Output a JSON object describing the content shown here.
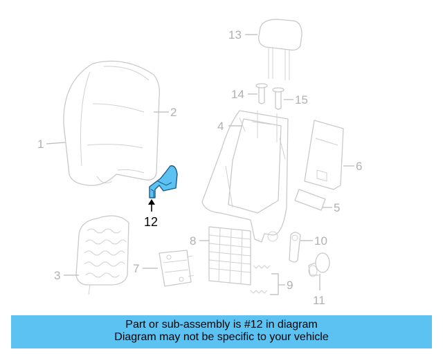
{
  "callouts": {
    "c1": "1",
    "c2": "2",
    "c3": "3",
    "c4": "4",
    "c5": "5",
    "c6": "6",
    "c7": "7",
    "c8": "8",
    "c9": "9",
    "c10": "10",
    "c11": "11",
    "c12": "12",
    "c13": "13",
    "c14": "14",
    "c15": "15"
  },
  "highlight": {
    "part": "12",
    "color": "#5bc2f2"
  },
  "banner": {
    "line1": "Part or sub-assembly is #12 in diagram",
    "line2": "Diagram may not be specific to your vehicle",
    "color": "#5bc2f2"
  }
}
